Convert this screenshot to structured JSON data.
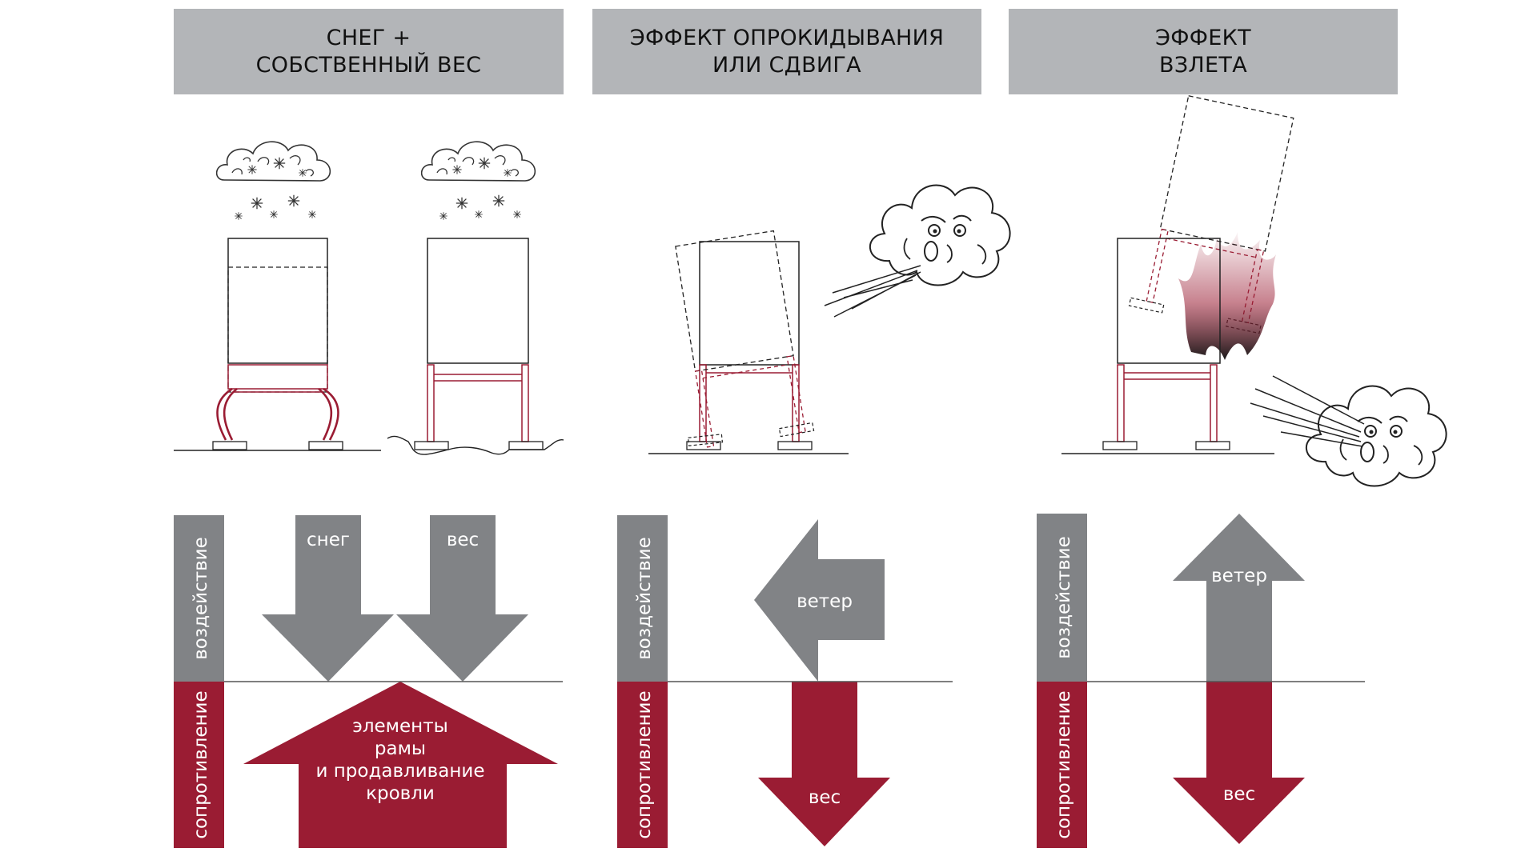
{
  "colors": {
    "header_bg": "#b3b5b8",
    "action_gray": "#818386",
    "resistance_red": "#9a1c33",
    "frame_red": "#9a1c33",
    "line": "#222222"
  },
  "panels": [
    {
      "id": "snow",
      "header": "СНЕГ +\nСОБСТВЕННЫЙ ВЕС",
      "action_label": "воздействие",
      "resistance_label": "сопротивление",
      "arrows": {
        "snow": "снег",
        "weight": "вес",
        "resistance": [
          "элементы",
          "рамы",
          "и продавливание",
          "кровли"
        ]
      },
      "icons": [
        "snow-cloud-icon",
        "snow-cloud-icon"
      ]
    },
    {
      "id": "overturn",
      "header": "ЭФФЕКТ ОПРОКИДЫВАНИЯ\nИЛИ СДВИГА",
      "action_label": "воздействие",
      "resistance_label": "сопротивление",
      "arrows": {
        "wind": "ветер",
        "weight": "вес"
      },
      "icons": [
        "wind-blowing-cloud-icon"
      ]
    },
    {
      "id": "uplift",
      "header": "ЭФФЕКТ\nВЗЛЕТА",
      "action_label": "воздействие",
      "resistance_label": "сопротивление",
      "arrows": {
        "wind": "ветер",
        "weight": "вес"
      },
      "icons": [
        "wind-blowing-cloud-icon",
        "uplift-flame-icon"
      ]
    }
  ]
}
